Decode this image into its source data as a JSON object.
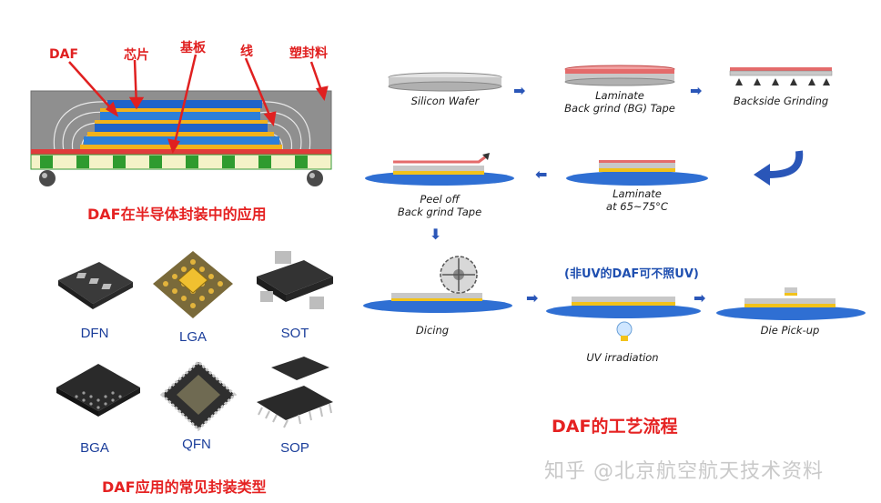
{
  "package_labels": {
    "daf": "DAF",
    "chip": "芯片",
    "substrate": "基板",
    "wire": "线",
    "mold": "塑封料"
  },
  "package_caption": "DAF在半导体封装中的应用",
  "package_types": [
    {
      "name": "DFN",
      "icon": "dfn-package-icon"
    },
    {
      "name": "LGA",
      "icon": "lga-package-icon"
    },
    {
      "name": "SOT",
      "icon": "sot-package-icon"
    },
    {
      "name": "BGA",
      "icon": "bga-package-icon"
    },
    {
      "name": "QFN",
      "icon": "qfn-package-icon"
    },
    {
      "name": "SOP",
      "icon": "sop-package-icon"
    }
  ],
  "types_caption": "DAF应用的常见封装类型",
  "process_steps": [
    {
      "id": "silicon-wafer",
      "text": "Silicon Wafer"
    },
    {
      "id": "laminate-bg",
      "text": "Laminate\nBack grind (BG) Tape"
    },
    {
      "id": "backside-grinding",
      "text": "Backside Grinding"
    },
    {
      "id": "laminate-temp",
      "text": "Laminate\nat 65~75°C"
    },
    {
      "id": "peel-off",
      "text": "Peel off\nBack grind Tape"
    },
    {
      "id": "dicing",
      "text": "Dicing"
    },
    {
      "id": "uv-irradiation",
      "text": "UV irradiation"
    },
    {
      "id": "die-pickup",
      "text": "Die Pick-up"
    }
  ],
  "uv_note": "(非UV的DAF可不照UV)",
  "process_caption": "DAF的工艺流程",
  "watermark": "知乎 @北京航空航天技术资料",
  "colors": {
    "caption_red": "#e52222",
    "arrow_blue": "#2a56b8",
    "wafer_gray": "#c8c8c8",
    "tape_red": "#e46b6b",
    "daf_yellow": "#f2c21a",
    "chuck_blue": "#2f6fd3"
  }
}
